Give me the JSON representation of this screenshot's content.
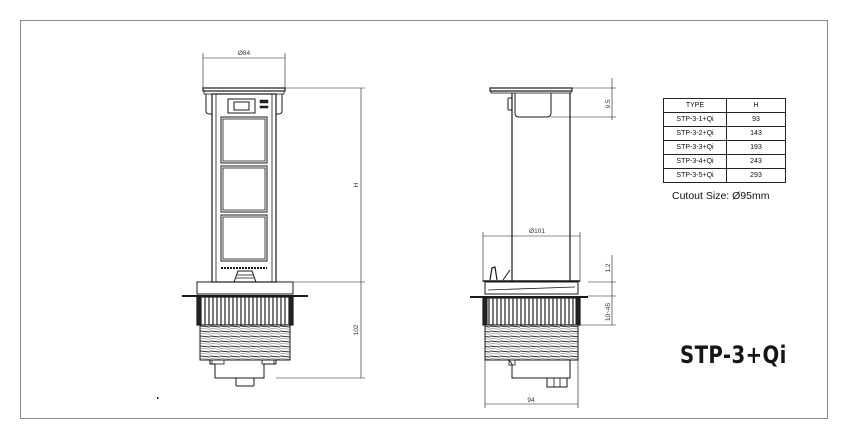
{
  "drawing": {
    "model_title": "STP-3+Qi",
    "front_view": {
      "top_diameter_label": "Ø84",
      "height_label": "H",
      "base_height_label": "102"
    },
    "side_view": {
      "cap_offset_label": "9.5",
      "flange_diameter_label": "Ø101",
      "flange_thickness_label": "1.2",
      "clamp_range_label": "10~45",
      "body_width_label": "94"
    },
    "spec_table": {
      "headers": [
        "TYPE",
        "H"
      ],
      "rows": [
        {
          "type": "STP-3-1+Qi",
          "h": "93"
        },
        {
          "type": "STP-3-2+Qi",
          "h": "143"
        },
        {
          "type": "STP-3-3+Qi",
          "h": "193"
        },
        {
          "type": "STP-3-4+Qi",
          "h": "243"
        },
        {
          "type": "STP-3-5+Qi",
          "h": "293"
        }
      ]
    },
    "cutout_size": "Cutout Size: Ø95mm",
    "colors": {
      "line": "#1a1a1a",
      "frame": "#8a8a8a",
      "background": "#ffffff"
    }
  }
}
